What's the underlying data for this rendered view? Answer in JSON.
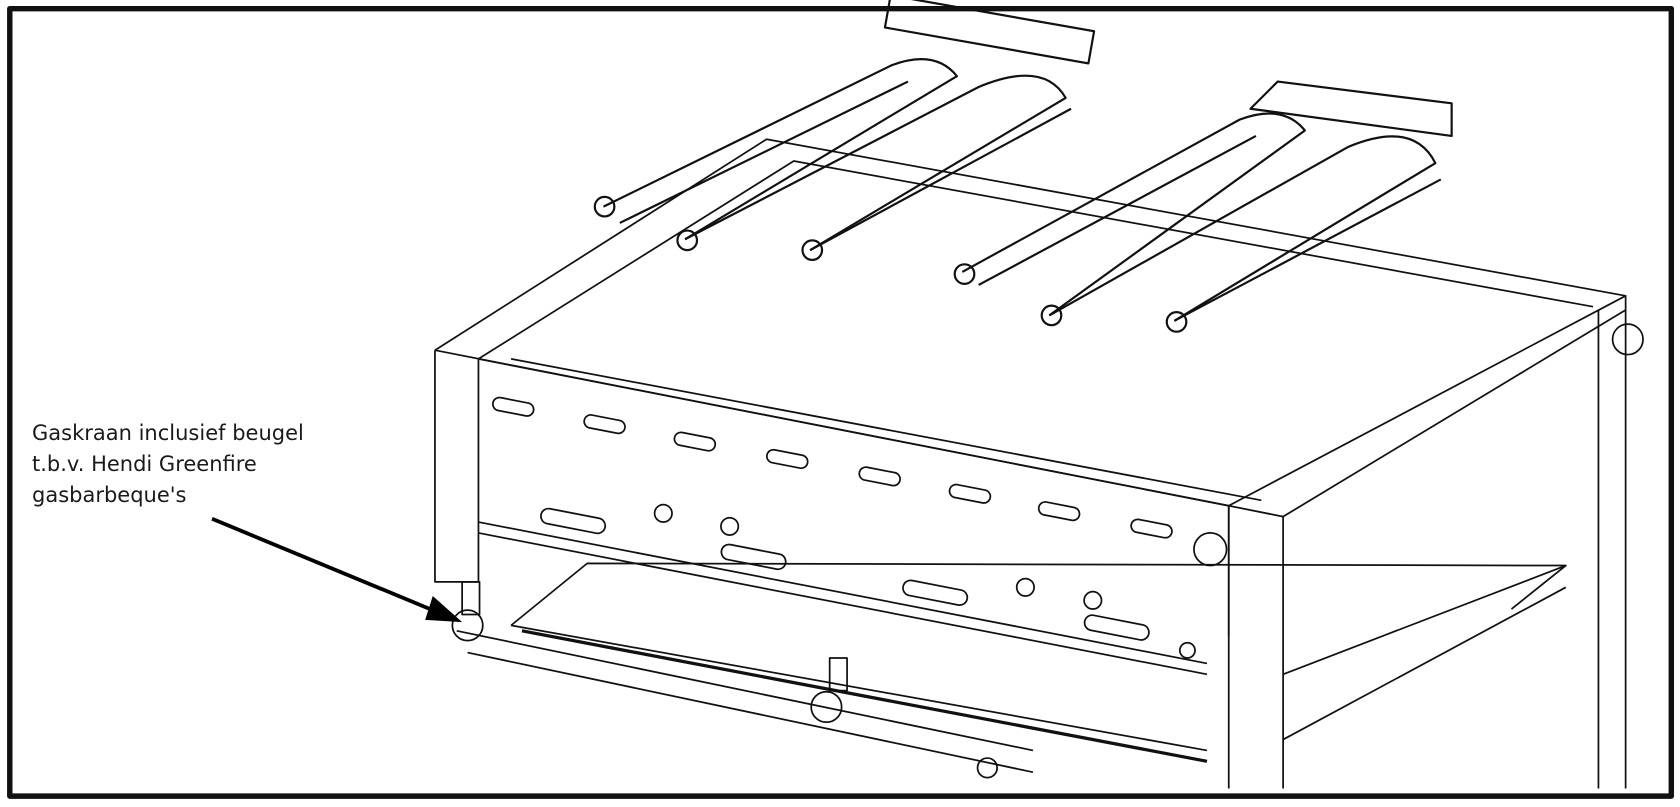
{
  "annotation": {
    "lines": [
      "Gaskraan inclusief beugel",
      "t.b.v. Hendi Greenfire",
      "gasbarbeque's"
    ]
  }
}
